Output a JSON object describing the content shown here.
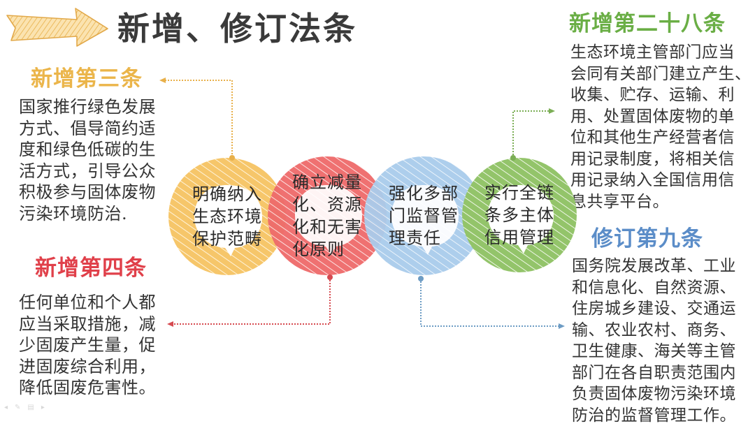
{
  "header": {
    "title": "新增、修订法条",
    "arrow_icon": "sketch-arrow-right-icon"
  },
  "colors": {
    "yellow": "#F6C66A",
    "red": "#EE6A6A",
    "blue": "#A9CBEB",
    "green": "#93C46A",
    "title": "#3A3A3A",
    "heading_yellow": "#EBB54A",
    "heading_red": "#E0404A",
    "heading_green": "#6AAE45",
    "heading_blue": "#5B8DC8"
  },
  "articles": {
    "art3": {
      "heading": "新增第三条",
      "body": "国家推行绿色发展\n方式、倡导简约适\n度和绿色低碳的生\n活方式，引导公众\n积极参与固体废物\n污染环境防治."
    },
    "art4": {
      "heading": "新增第四条",
      "body": "任何单位和个人都\n应当采取措施，减\n少固废产生量，促\n进固废综合利用，\n降低固废危害性。"
    },
    "art28": {
      "heading": "新增第二十八条",
      "body": "生态环境主管部门应当\n会同有关部门建立产生、\n收集、贮存、运输、利\n用、处置固体废物的单\n位和其他生产经营者信\n用记录制度，将相关信\n用记录纳入全国信用信\n息共享平台。"
    },
    "art9": {
      "heading": "修订第九条",
      "body": "国务院发展改革、工业\n和信息化、自然资源、\n住房城乡建设、交通运\n输、农业农村、商务、\n卫生健康、海关等主管\n部门在各自职责范围内\n负责固体废物污染环境\n防治的监督管理工作。"
    }
  },
  "circles": [
    {
      "label": "明确纳入\n生态环境\n保护范畴",
      "color": "yellow"
    },
    {
      "label": "确立减量\n化、资源\n化和无害\n化原则",
      "color": "red"
    },
    {
      "label": "强化多部\n门监督管\n理责任",
      "color": "blue"
    },
    {
      "label": "实行全链\n条多主体\n信用管理",
      "color": "green"
    }
  ],
  "footer": {
    "icons": [
      "prev-icon",
      "pen-icon",
      "menu-icon",
      "next-icon"
    ],
    "glyphs": [
      "◂",
      "✎",
      "▤",
      "▸"
    ]
  }
}
